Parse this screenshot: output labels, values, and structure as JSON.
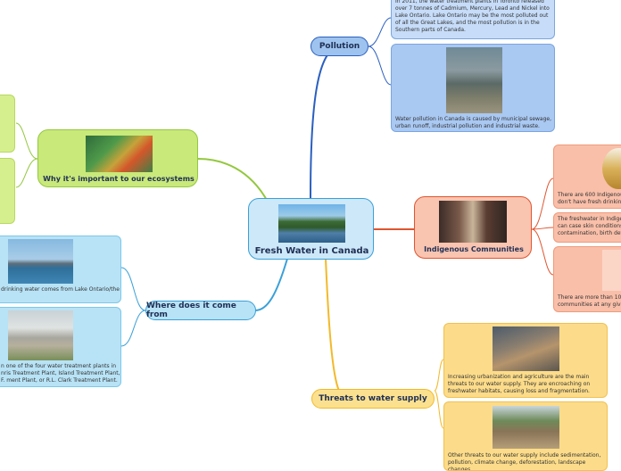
{
  "central": {
    "title": "Fresh Water in Canada"
  },
  "branches": {
    "pollution": "Pollution",
    "ecosystems": "Why it's important to our ecosystems",
    "source": "Where does it come from",
    "indigenous": "Indigenous Communities",
    "threats": "Threats to water supply"
  },
  "cards": {
    "pollution_1": "In 2011, the water treatment plants in Toronto released over 7 tonnes of Cadmium, Mercury, Lead and Nickel into Lake Ontario. Lake Ontario may be the most polluted out of all the Great Lakes, and the most pollution is in the Southern parts of Canada.",
    "pollution_2": "Water pollution in Canada is caused by municipal sewage, urban runoff, industrial pollution and industrial waste.",
    "source_1": "drinking water comes from Lake Ontario/the",
    "source_2": "n one of the four water treatment plants in nris Treatment Plant, Island Treatment Plant, F. ment Plant, or R.L. Clark Treatment Plant.",
    "indigenous_1": "There are 600 Indigenous c don't have fresh drinking w",
    "indigenous_2": "The freshwater in Indigen it can case skin conditions contamination, birth defec",
    "indigenous_3": "There are more than 100 communities at any given",
    "threats_1": "Increasing urbanization and agriculture are  the main threats to our water supply. They are encroaching on freshwater habitats, causing loss and fragmentation.",
    "threats_2": "Other threats to our water supply include sedimentation, pollution, climate change, deforestation, landscape changes,"
  },
  "colors": {
    "pollution": "#2a5fc0",
    "ecosystems": "#93c83e",
    "source": "#3aa0d8",
    "indigenous": "#e0552f",
    "threats": "#f2b92a"
  }
}
